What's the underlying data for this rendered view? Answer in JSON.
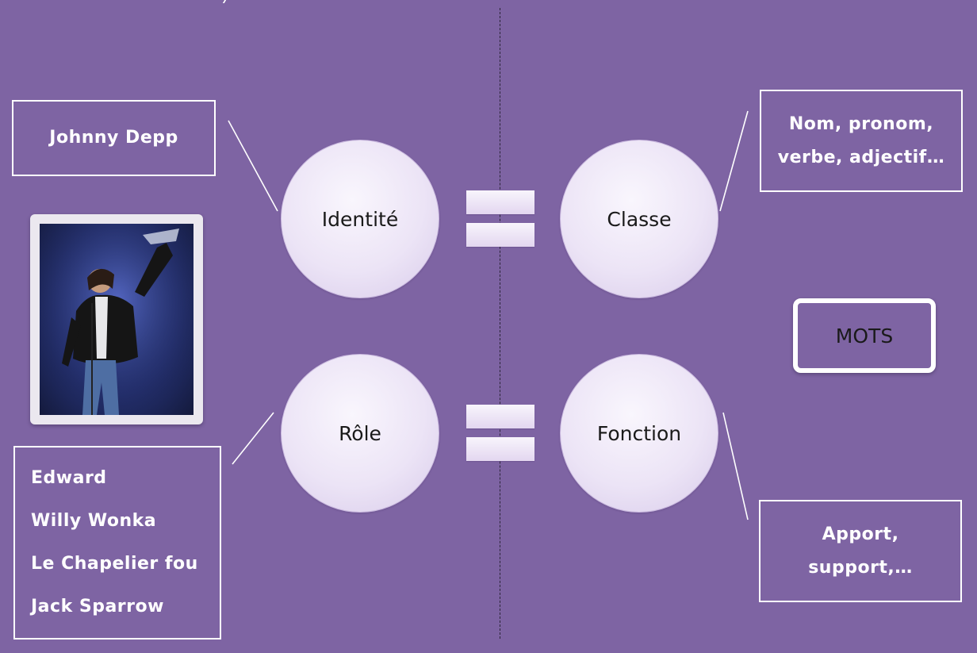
{
  "identity_box": {
    "line1": "Johnny Depp"
  },
  "class_box": {
    "line1": "Nom, pronom,",
    "line2": "verbe, adjectif…"
  },
  "role_list": {
    "items": [
      "Edward",
      "Willy Wonka",
      "Le Chapelier fou",
      "Jack Sparrow"
    ]
  },
  "function_box": {
    "line1": "Apport,",
    "line2": "support,…"
  },
  "circles": {
    "identity": "Identité",
    "class": "Classe",
    "role": "Rôle",
    "function": "Fonction"
  },
  "mots_label": "MOTS",
  "colors": {
    "background": "#7e64a3",
    "circle_fill": "#ece4f6",
    "box_border": "#ffffff"
  },
  "icons": {
    "photo": "actor-photo-holding-award"
  }
}
